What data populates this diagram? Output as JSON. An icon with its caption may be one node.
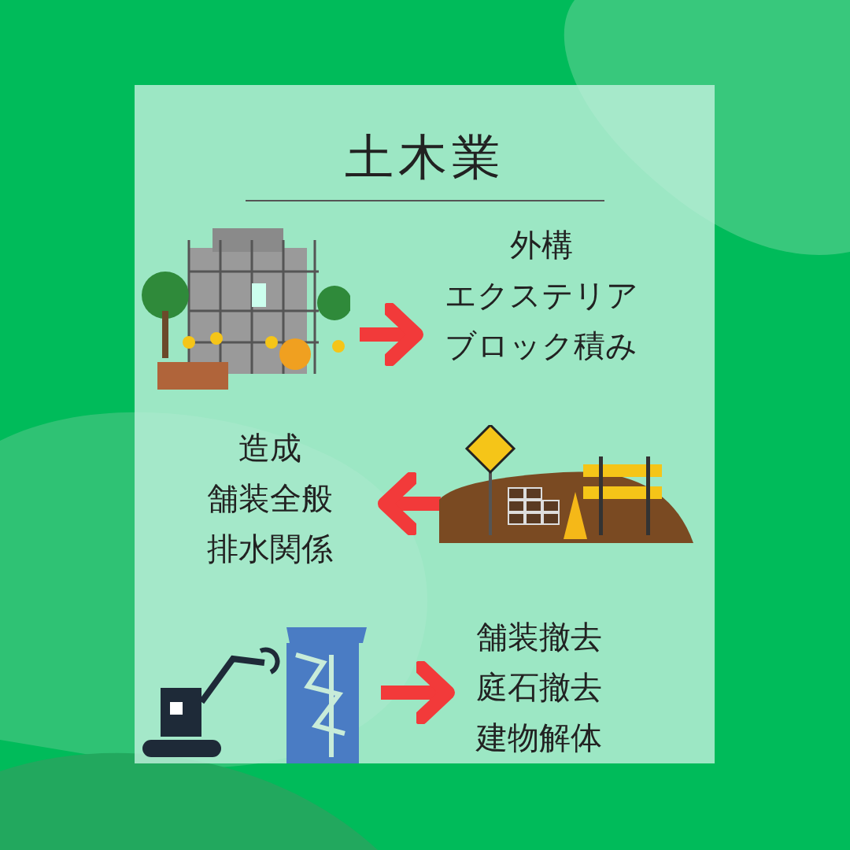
{
  "diagram": {
    "title": "土木業",
    "nodes": [
      {
        "text": [],
        "shape": "picture"
      },
      {
        "text": [
          "外構",
          "エクステリア",
          "ブロック積み"
        ]
      },
      {
        "text": [],
        "shape": "picture"
      },
      {
        "text": [
          "造成",
          "舗装全般",
          "排水関係"
        ]
      },
      {
        "text": [],
        "shape": "picture"
      },
      {
        "text": [
          "舗装撤去",
          "庭石撤去",
          "建物解体"
        ]
      }
    ],
    "edges": [
      {
        "from": 0,
        "to": 1,
        "arrow": "to"
      },
      {
        "from": 2,
        "to": 3,
        "arrow": "to"
      },
      {
        "from": 4,
        "to": 5,
        "arrow": "to"
      }
    ]
  }
}
